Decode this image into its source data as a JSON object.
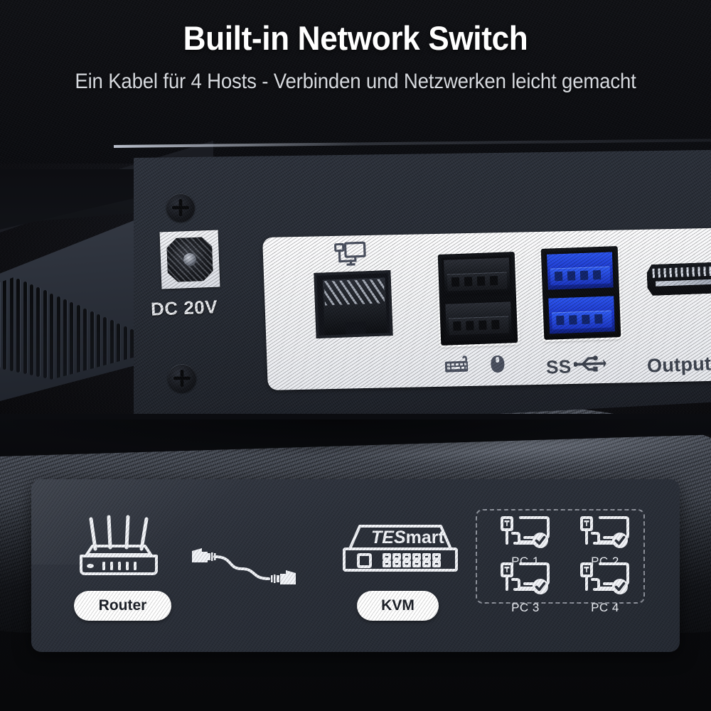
{
  "header": {
    "title": "Built-in Network Switch",
    "subtitle": "Ein Kabel für 4 Hosts - Verbinden und Netzwerken leicht gemacht"
  },
  "product_photo": {
    "alt": "Rear panel of TESmart KVM switch showing DC power, RJ45 network, USB and HDMI ports",
    "port_labels": {
      "dc_power": "DC 20V",
      "usb3_superspeed": "SS",
      "hdmi_output": "Output"
    },
    "icons": {
      "network": "monitor-network-icon",
      "keyboard": "keyboard-icon",
      "mouse": "mouse-icon",
      "usb": "usb-trident-icon"
    },
    "colors": {
      "usb3_blue": "#2a54f0",
      "plate_white": "#f7f8fa",
      "chassis_dark": "#282d36"
    }
  },
  "diagram": {
    "router": {
      "label": "Router",
      "icon": "router-icon",
      "antenna_count": 4
    },
    "cable": {
      "icon": "ethernet-cable-icon"
    },
    "kvm": {
      "label": "KVM",
      "brand": "TESmart",
      "brand_italic_part": "TES",
      "brand_regular_part": "mart",
      "icon": "kvm-switch-icon"
    },
    "hosts": [
      {
        "label": "PC 1",
        "icon": "pc-monitor-check-icon",
        "connected": true
      },
      {
        "label": "PC 2",
        "icon": "pc-monitor-check-icon",
        "connected": true
      },
      {
        "label": "PC 3",
        "icon": "pc-monitor-check-icon",
        "connected": true
      },
      {
        "label": "PC 4",
        "icon": "pc-monitor-check-icon",
        "connected": true
      }
    ],
    "colors": {
      "panel_bg": "#2c313b",
      "stroke": "#f2f4f8",
      "pill_bg": "#ffffff",
      "pill_text": "#1b1f27"
    }
  }
}
